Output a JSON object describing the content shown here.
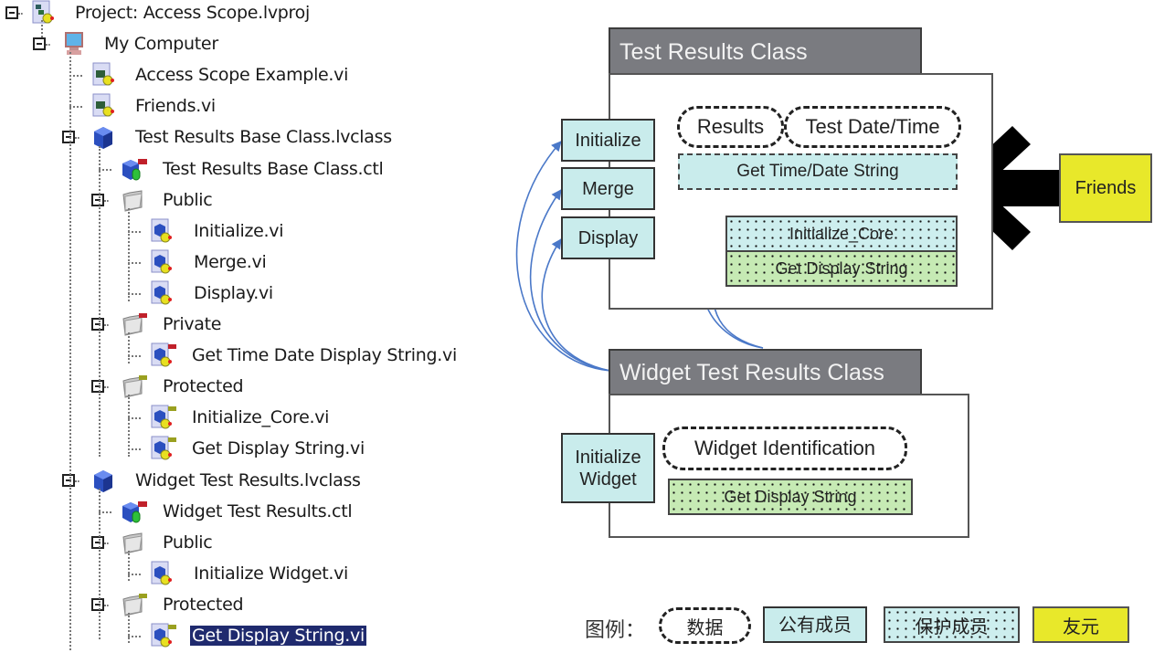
{
  "tree": {
    "items": [
      {
        "label": "Project: Access Scope.lvproj",
        "icon": "project-icon",
        "level": 0,
        "expander": true
      },
      {
        "label": "My Computer",
        "icon": "computer-icon",
        "level": 1,
        "expander": true
      },
      {
        "label": "Access Scope Example.vi",
        "icon": "vi-icon",
        "level": 2,
        "expander": false
      },
      {
        "label": "Friends.vi",
        "icon": "vi-icon",
        "level": 2,
        "expander": false
      },
      {
        "label": "Test Results Base Class.lvclass",
        "icon": "class-cube-icon",
        "level": 2,
        "expander": true
      },
      {
        "label": "Test Results Base Class.ctl",
        "icon": "class-control-private-icon",
        "level": 3,
        "expander": false
      },
      {
        "label": "Public",
        "icon": "folder-icon",
        "level": 3,
        "expander": true
      },
      {
        "label": "Initialize.vi",
        "icon": "class-vi-icon",
        "level": 4,
        "expander": false
      },
      {
        "label": "Merge.vi",
        "icon": "class-vi-icon",
        "level": 4,
        "expander": false
      },
      {
        "label": "Display.vi",
        "icon": "class-vi-icon",
        "level": 4,
        "expander": false
      },
      {
        "label": "Private",
        "icon": "folder-private-icon",
        "level": 3,
        "expander": true
      },
      {
        "label": "Get Time Date Display String.vi",
        "icon": "class-vi-private-icon",
        "level": 4,
        "expander": false
      },
      {
        "label": "Protected",
        "icon": "folder-protected-icon",
        "level": 3,
        "expander": true
      },
      {
        "label": "Initialize_Core.vi",
        "icon": "class-vi-protected-icon",
        "level": 4,
        "expander": false
      },
      {
        "label": "Get Display String.vi",
        "icon": "class-vi-protected-icon",
        "level": 4,
        "expander": false
      },
      {
        "label": "Widget Test Results.lvclass",
        "icon": "class-cube-icon",
        "level": 2,
        "expander": true
      },
      {
        "label": "Widget Test Results.ctl",
        "icon": "class-control-private-icon",
        "level": 3,
        "expander": false
      },
      {
        "label": "Public",
        "icon": "folder-icon",
        "level": 3,
        "expander": true
      },
      {
        "label": "Initialize Widget.vi",
        "icon": "class-vi-icon",
        "level": 4,
        "expander": false
      },
      {
        "label": "Protected",
        "icon": "folder-protected-icon",
        "level": 3,
        "expander": true
      },
      {
        "label": "Get Display String.vi",
        "icon": "class-vi-protected-icon",
        "level": 4,
        "expander": false,
        "selected": true
      }
    ]
  },
  "diagram": {
    "base_class": {
      "title": "Test Results Class",
      "public_methods": [
        "Initialize",
        "Merge",
        "Display"
      ],
      "data": [
        "Results",
        "Test Date/Time"
      ],
      "private_method": "Get Time/Date String",
      "protected_methods": [
        "Initialize_Core",
        "Get Display String"
      ]
    },
    "widget_class": {
      "title": "Widget Test Results Class",
      "public_methods": [
        "Initialize\nWidget"
      ],
      "public_method_lines": [
        "Initialize",
        "Widget"
      ],
      "data": [
        "Widget Identification"
      ],
      "protected_methods": [
        "Get Display String"
      ]
    },
    "friend": {
      "label": "Friends"
    },
    "legend": {
      "title": "图例：",
      "items": [
        {
          "label": "数据",
          "kind": "data"
        },
        {
          "label": "公有成员",
          "kind": "public"
        },
        {
          "label": "保护成员",
          "kind": "protected"
        },
        {
          "label": "友元",
          "kind": "friend"
        }
      ]
    },
    "colors": {
      "header_gray": "#7a7b80",
      "public_cyan": "#c9ecec",
      "protected_green": "#c6eab4",
      "friend_yellow": "#e8e82a",
      "arrow_blue": "#4a78c8",
      "selection_navy": "#1f2a6e"
    }
  }
}
